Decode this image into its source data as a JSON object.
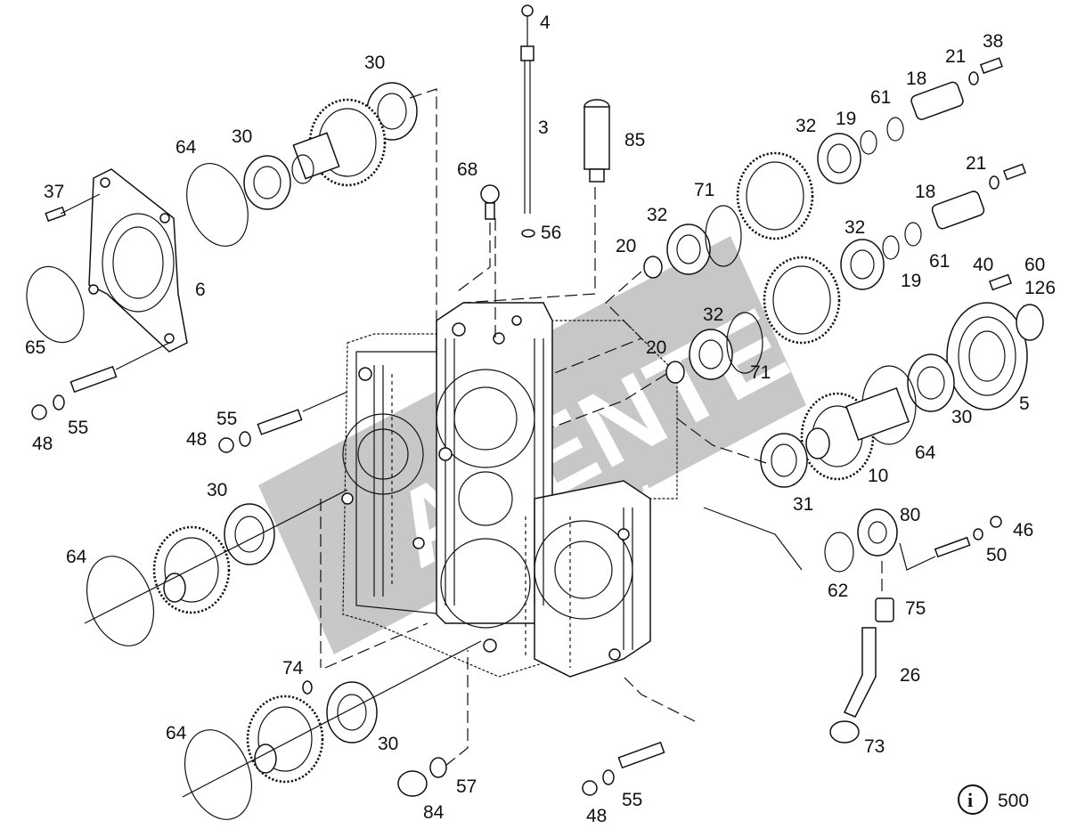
{
  "labels": {
    "n4": "4",
    "n3": "3",
    "n56": "56",
    "n85": "85",
    "n68": "68",
    "n30a": "30",
    "n30b": "30",
    "n30c": "30",
    "n30d": "30",
    "n30e": "30",
    "n64a": "64",
    "n64b": "64",
    "n64c": "64",
    "n64d": "64",
    "n37": "37",
    "n6": "6",
    "n65": "65",
    "n48a": "48",
    "n48b": "48",
    "n48c": "48",
    "n55a": "55",
    "n55b": "55",
    "n55c": "55",
    "n74": "74",
    "n84": "84",
    "n57": "57",
    "n32a": "32",
    "n32b": "32",
    "n32c": "32",
    "n32d": "32",
    "n71a": "71",
    "n71b": "71",
    "n20a": "20",
    "n20b": "20",
    "n19a": "19",
    "n19b": "19",
    "n61a": "61",
    "n61b": "61",
    "n18a": "18",
    "n18b": "18",
    "n21a": "21",
    "n21b": "21",
    "n38": "38",
    "n40": "40",
    "n60": "60",
    "n126": "126",
    "n5": "5",
    "n10": "10",
    "n31": "31",
    "n80": "80",
    "n46": "46",
    "n50": "50",
    "n62": "62",
    "n75": "75",
    "n26": "26",
    "n73": "73"
  },
  "footer": {
    "info_icon": "info-circle-icon",
    "page_ref": "500"
  },
  "watermark": {
    "text": "AVENTE",
    "url": "avente.ru"
  }
}
